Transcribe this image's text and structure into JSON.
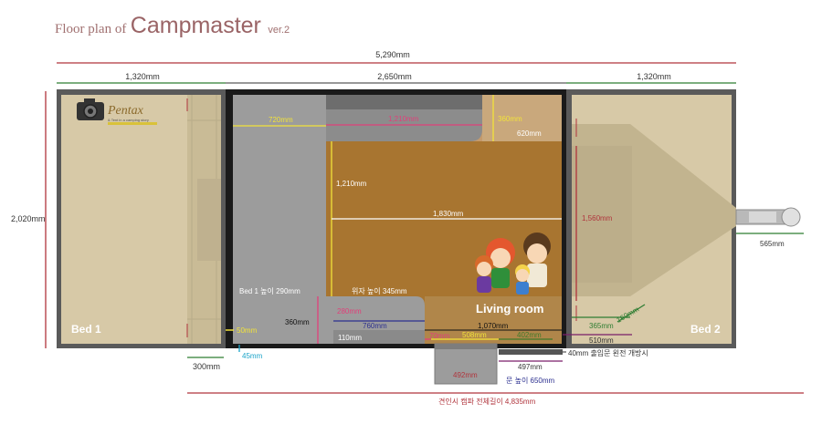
{
  "title": {
    "prefix": "Floor plan of",
    "name": "Campmaster",
    "version": "ver.2"
  },
  "colors": {
    "red": "#b0343c",
    "green": "#2e7d32",
    "dark_gray": "#5a5a5a",
    "beige": "#d7c9a7",
    "brown": "#a87530",
    "tan": "#c49a6c",
    "panel_gray": "#9c9c9c",
    "yellow": "#f2e33a",
    "navy": "#2b2f8f",
    "pink": "#e0407a",
    "cyan": "#1aa3c8",
    "purple": "#7a1f6a",
    "olive_green": "#3e7a2a"
  },
  "logo": {
    "name": "Pentax",
    "tagline": "& Tent in a camping story",
    "icon": "camera-icon"
  },
  "dims": {
    "total_length": "5,290mm",
    "left_bed_width": "1,320mm",
    "center_width": "2,650mm",
    "right_bed_width": "1,320mm",
    "total_width": "2,020mm",
    "d720": "720mm",
    "d1210_top": "1,210mm",
    "d360_top": "360mm",
    "d620": "620mm",
    "d1210_side": "1,210mm",
    "d1830": "1,830mm",
    "d1560": "1,560mm",
    "d565": "565mm",
    "bed1_height": "Bed 1 높이 290mm",
    "seat_height": "위자 높이 345mm",
    "d360_mid": "360mm",
    "d280": "280mm",
    "d760": "760mm",
    "d110": "110mm",
    "d50": "50mm",
    "d45": "45mm",
    "d300": "300mm",
    "d70": "70mm",
    "d508": "508mm",
    "d402": "402mm",
    "d1070": "1,070mm",
    "d365": "365mm",
    "d160": "160mm",
    "d510": "510mm",
    "door_note": "40mm 출입문 왼전 개방시",
    "d497": "497mm",
    "d492": "492mm",
    "door_height": "문 높이 650mm",
    "closed_total": "견인시 캠파 전체길이 4,835mm"
  },
  "rooms": {
    "bed1": "Bed 1",
    "bed2": "Bed 2",
    "living": "Living room"
  }
}
